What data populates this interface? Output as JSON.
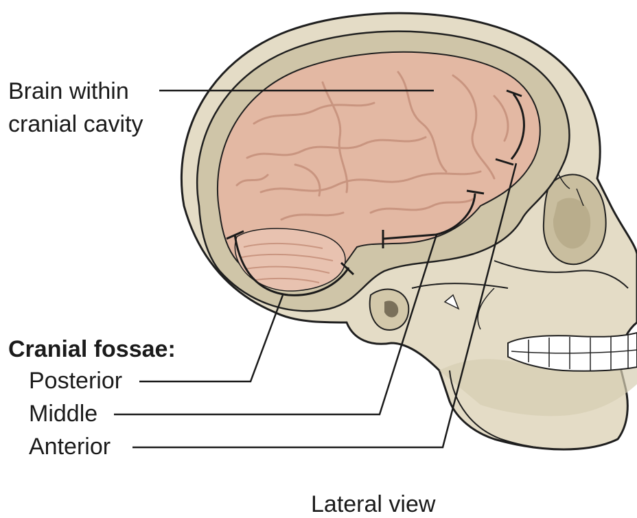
{
  "labels": {
    "brain_line1": "Brain within",
    "brain_line2": "cranial cavity",
    "fossae_heading": "Cranial fossae:",
    "posterior": "Posterior",
    "middle": "Middle",
    "anterior": "Anterior",
    "caption": "Lateral view"
  },
  "colors": {
    "bone": "#e4dcc6",
    "bone_shadow": "#cfc5a8",
    "skull_outline": "#1f1f1f",
    "inner_table": "#b8af95",
    "brain": "#e3b8a3",
    "brain_fold": "#c99580",
    "cerebellum": "#e8c2b0",
    "teeth": "#ffffff",
    "leader_line": "#1a1a1a"
  }
}
